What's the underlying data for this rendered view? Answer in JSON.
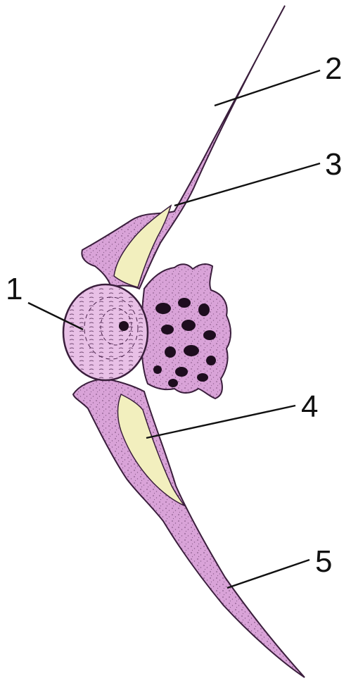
{
  "colors": {
    "bone": "#d9a3d8",
    "bone_outline": "#3a1e3c",
    "stipple": "#4a234c",
    "centrum": "#e8c0e6",
    "cartilage": "#f2efbe",
    "marrow": "#1e0d1f",
    "leader": "#111111"
  },
  "labels": [
    {
      "id": "1",
      "text": "1"
    },
    {
      "id": "2",
      "text": "2"
    },
    {
      "id": "3",
      "text": "3"
    },
    {
      "id": "4",
      "text": "4"
    },
    {
      "id": "5",
      "text": "5"
    }
  ]
}
